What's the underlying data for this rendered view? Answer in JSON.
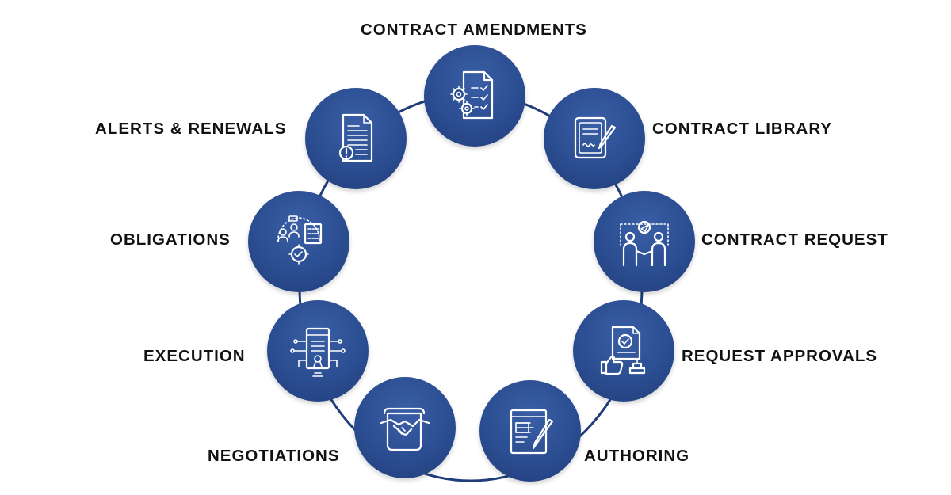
{
  "colors": {
    "node_fill": "#2b4d91",
    "ring_stroke": "#203d7a",
    "label": "#111111"
  },
  "stages": [
    {
      "label": "CONTRACT AMENDMENTS",
      "icon": "document-gears-checklist-icon"
    },
    {
      "label": "CONTRACT LIBRARY",
      "icon": "signed-document-pen-icon"
    },
    {
      "label": "CONTRACT REQUEST",
      "icon": "handshake-people-icon"
    },
    {
      "label": "REQUEST APPROVALS",
      "icon": "approval-thumbs-up-stamp-icon"
    },
    {
      "label": "AUTHORING",
      "icon": "document-pencil-icon"
    },
    {
      "label": "NEGOTIATIONS",
      "icon": "handshake-scroll-icon"
    },
    {
      "label": "EXECUTION",
      "icon": "certificate-circuit-icon"
    },
    {
      "label": "OBLIGATIONS",
      "icon": "team-checklist-gear-icon"
    },
    {
      "label": "ALERTS & RENEWALS",
      "icon": "document-alert-icon"
    }
  ]
}
